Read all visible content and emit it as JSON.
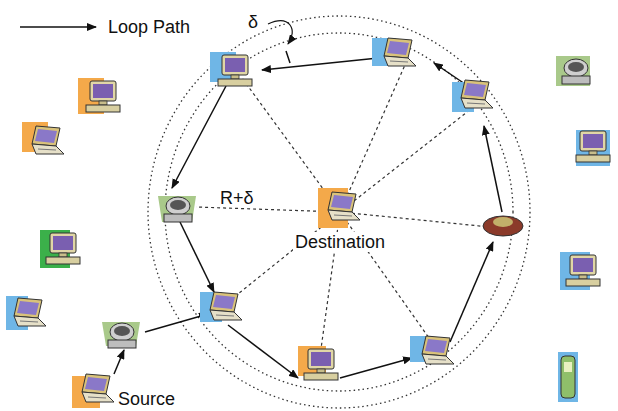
{
  "diagram": {
    "nodes": [
      {
        "text": [
          "Destination"
        ]
      },
      {
        "text": [
          "Source"
        ]
      }
    ],
    "labels": [
      "δ",
      "R+δ"
    ],
    "legend": [
      {
        "text": "Loop Path"
      }
    ]
  }
}
